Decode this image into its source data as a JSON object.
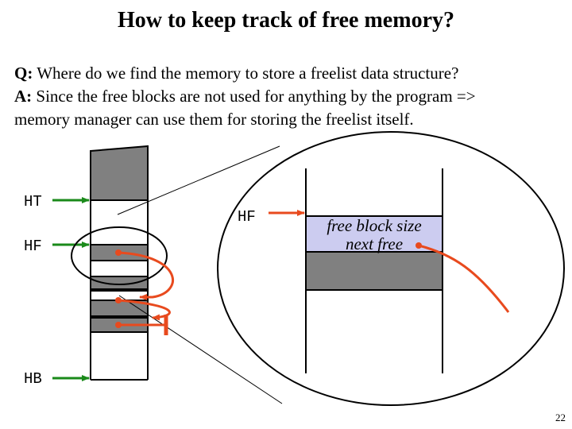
{
  "title": "How to keep track of free memory?",
  "question": {
    "label": "Q:",
    "text": " Where do we find the memory to store a freelist data structure?"
  },
  "answer": {
    "label": "A:",
    "line1": " Since the free blocks are not used for anything by the program =>",
    "line2": "memory manager can use them for storing the freelist itself."
  },
  "diagram": {
    "ht_label": "HT",
    "hf_label": "HF",
    "hb_label": "HB",
    "zoom_hf_label": "HF",
    "field_size": "free block size",
    "field_next": "next free",
    "colors": {
      "used_block": "#808080",
      "header_field": "#ccccf0",
      "pointer_green": "#1a8a1a",
      "pointer_red": "#e84a1e"
    }
  },
  "page_number": "22"
}
